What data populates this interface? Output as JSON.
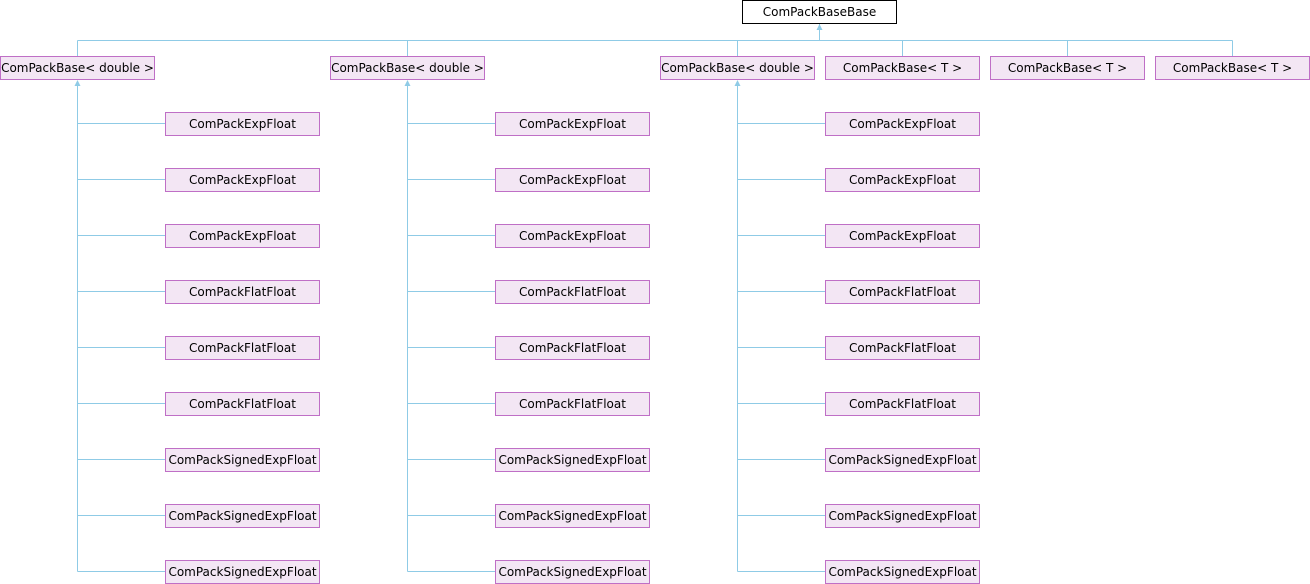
{
  "root": {
    "label": "ComPackBaseBase"
  },
  "bases": [
    {
      "label": "ComPackBase< double >",
      "children": [
        "ComPackExpFloat",
        "ComPackExpFloat",
        "ComPackExpFloat",
        "ComPackFlatFloat",
        "ComPackFlatFloat",
        "ComPackFlatFloat",
        "ComPackSignedExpFloat",
        "ComPackSignedExpFloat",
        "ComPackSignedExpFloat"
      ]
    },
    {
      "label": "ComPackBase< double >",
      "children": [
        "ComPackExpFloat",
        "ComPackExpFloat",
        "ComPackExpFloat",
        "ComPackFlatFloat",
        "ComPackFlatFloat",
        "ComPackFlatFloat",
        "ComPackSignedExpFloat",
        "ComPackSignedExpFloat",
        "ComPackSignedExpFloat"
      ]
    },
    {
      "label": "ComPackBase< double >",
      "children": [
        "ComPackExpFloat",
        "ComPackExpFloat",
        "ComPackExpFloat",
        "ComPackFlatFloat",
        "ComPackFlatFloat",
        "ComPackFlatFloat",
        "ComPackSignedExpFloat",
        "ComPackSignedExpFloat",
        "ComPackSignedExpFloat"
      ]
    },
    {
      "label": "ComPackBase< T >",
      "children": []
    },
    {
      "label": "ComPackBase< T >",
      "children": []
    },
    {
      "label": "ComPackBase< T >",
      "children": []
    }
  ],
  "colors": {
    "edge": "#8fcbe6",
    "node_border": "#bf6fc6",
    "node_fill": "#f3e6f4"
  }
}
